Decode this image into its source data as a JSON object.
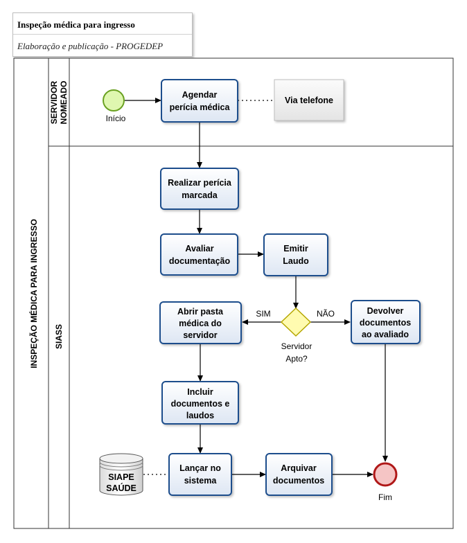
{
  "header": {
    "title": "Inspeção médica para ingresso",
    "subtitle": "Elaboração e publicação - PROGEDEP"
  },
  "pool": {
    "label": "INSPEÇÃO MÉDICA PARA INGRESSO"
  },
  "lanes": {
    "servidor": [
      "SERVIDOR",
      "NOMEADO"
    ],
    "siass": "SIASS"
  },
  "events": {
    "start": "Início",
    "end": "Fim"
  },
  "tasks": {
    "agendar": [
      "Agendar",
      "perícia médica"
    ],
    "via_telefone": "Via telefone",
    "realizar": [
      "Realizar perícia",
      "marcada"
    ],
    "avaliar": [
      "Avaliar",
      "documentação"
    ],
    "emitir": [
      "Emitir",
      "Laudo"
    ],
    "abrir": [
      "Abrir pasta",
      "médica do",
      "servidor"
    ],
    "devolver": [
      "Devolver",
      "documentos",
      "ao avaliado"
    ],
    "incluir": [
      "Incluir",
      "documentos e",
      "laudos"
    ],
    "lancar": [
      "Lançar no",
      "sistema"
    ],
    "arquivar": [
      "Arquivar",
      "documentos"
    ]
  },
  "gateway": {
    "label": [
      "Servidor",
      "Apto?"
    ],
    "yes": "SIM",
    "no": "NÃO"
  },
  "datastore": [
    "SIAPE",
    "SAÚDE"
  ],
  "colors": {
    "task_fill": "#e8eef7",
    "task_border": "#1f4e8c",
    "start_fill": "#dff7b0",
    "start_border": "#6aa121",
    "end_fill": "#f5c5c5",
    "end_border": "#b01818",
    "gateway_fill": "#fffbb0",
    "gateway_border": "#b5a600"
  }
}
